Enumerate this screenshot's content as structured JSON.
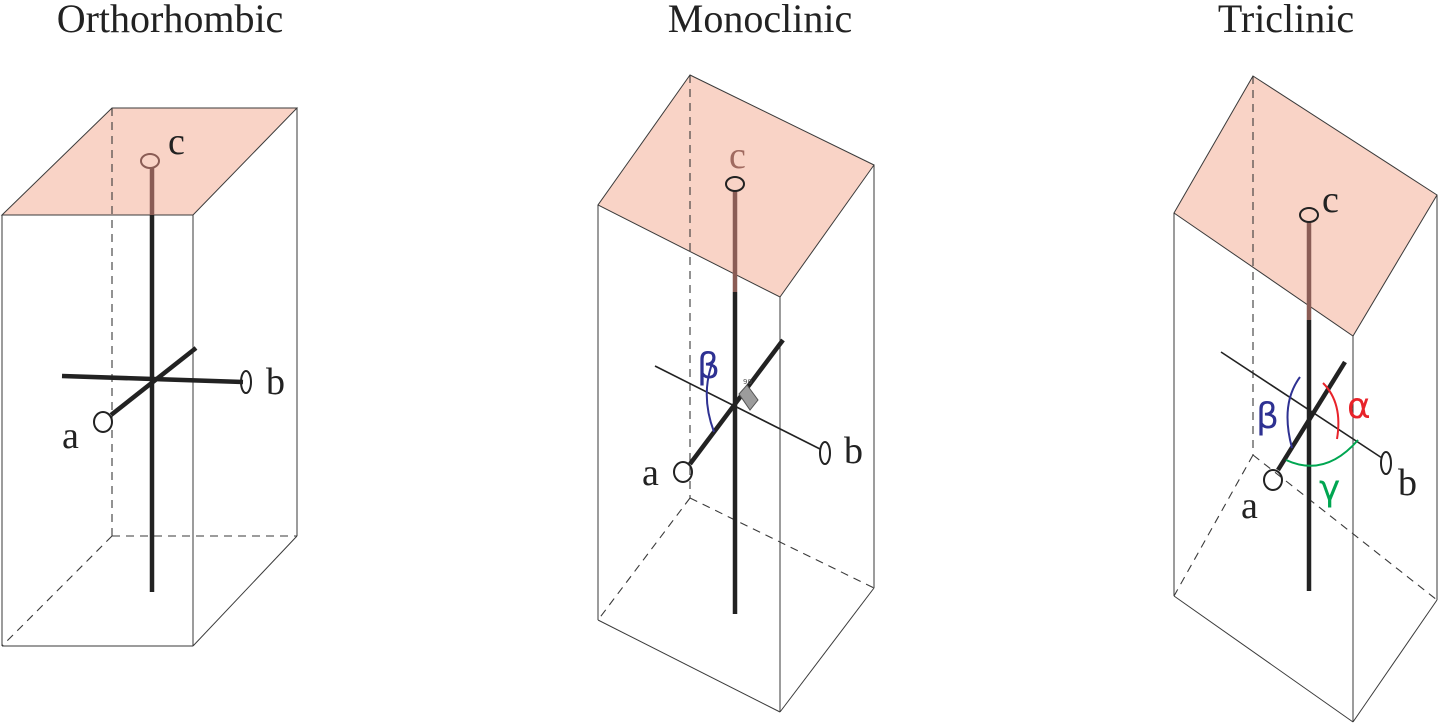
{
  "colors": {
    "face": "#f9d3c6",
    "beta": "#2e3192",
    "alpha": "#e8232a",
    "gamma": "#00a651",
    "c_label_faded": "#a06a60"
  },
  "panels": [
    {
      "title": "Orthorhombic",
      "labels": {
        "a": "a",
        "b": "b",
        "c": "c"
      }
    },
    {
      "title": "Monoclinic",
      "labels": {
        "a": "a",
        "b": "b",
        "c": "c",
        "beta": "β",
        "right_angle": "90"
      }
    },
    {
      "title": "Triclinic",
      "labels": {
        "a": "a",
        "b": "b",
        "c": "c",
        "alpha": "α",
        "beta": "β",
        "gamma": "γ"
      }
    }
  ]
}
